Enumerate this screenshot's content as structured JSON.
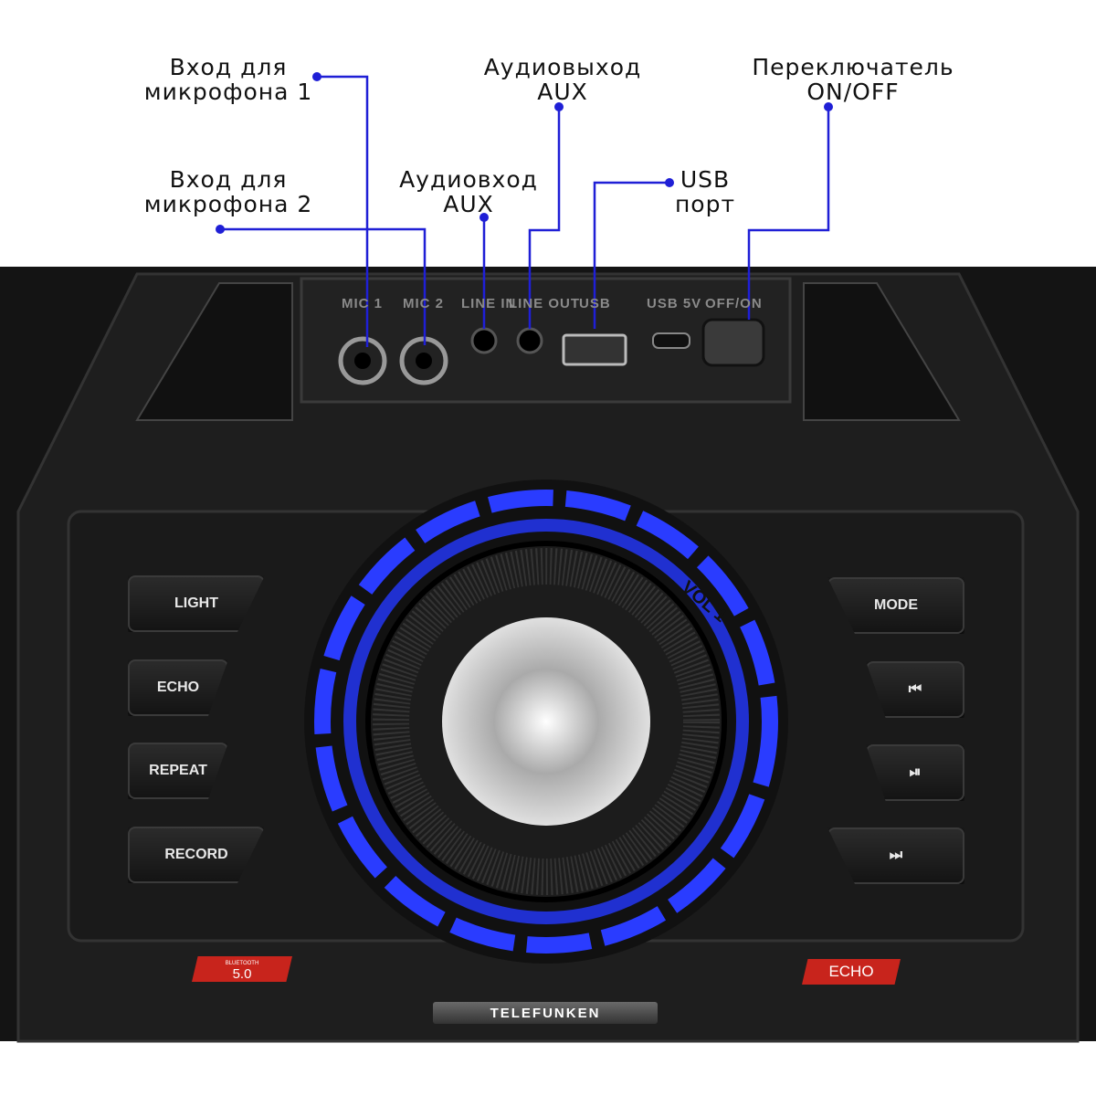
{
  "callouts": {
    "mic1": [
      "Вход для",
      "микрофона 1"
    ],
    "mic2": [
      "Вход для",
      "микрофона 2"
    ],
    "aux_in": [
      "Аудиовход",
      "AUX"
    ],
    "aux_out": [
      "Аудиовыход",
      "AUX"
    ],
    "usb": [
      "USB",
      "порт"
    ],
    "power": [
      "Переключатель",
      "ON/OFF"
    ]
  },
  "panel_labels": [
    "MIC 1",
    "MIC 2",
    "LINE IN",
    "LINE OUT",
    "USB",
    "USB 5V",
    "OFF/ON"
  ],
  "left_buttons": [
    "LIGHT",
    "ECHO",
    "REPEAT",
    "RECORD"
  ],
  "right_buttons": [
    "MODE",
    "⏮",
    "⏯",
    "⏭"
  ],
  "knob_label": "VOL 1",
  "bluetooth_badge": {
    "small": "BLUETOOTH",
    "version": "5.0"
  },
  "echo_badge": "ECHO",
  "brand": "TELEFUNKEN",
  "colors": {
    "callout_line": "#1f1fd6",
    "ring": "#2a3cff",
    "badge": "#c8241c"
  }
}
